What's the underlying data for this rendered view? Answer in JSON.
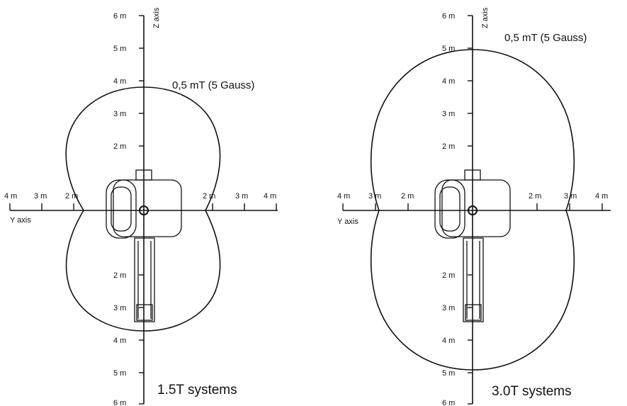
{
  "panels": [
    {
      "id": "left",
      "system_label": "1.5T systems",
      "contour_label": "0,5 mT (5 Gauss)",
      "z_axis_label": "Z axis",
      "y_axis_label": "Y axis",
      "z_ticks_upper": [
        "6 m",
        "5 m",
        "4 m",
        "3 m",
        "2 m"
      ],
      "z_ticks_lower": [
        "2 m",
        "3 m",
        "4 m",
        "5 m",
        "6 m"
      ],
      "y_ticks_left": [
        "4 m",
        "3 m",
        "2 m"
      ],
      "y_ticks_right": [
        "2 m",
        "3 m",
        "4 m"
      ],
      "contour_extent_m": {
        "z_top": 3.8,
        "z_bottom": 3.7,
        "y_half_width": 2.3
      }
    },
    {
      "id": "right",
      "system_label": "3.0T systems",
      "contour_label": "0,5 mT (5 Gauss)",
      "z_axis_label": "Z axis",
      "y_axis_label": "Y axis",
      "z_ticks_upper": [
        "6 m",
        "5 m",
        "4 m",
        "3 m",
        "2 m"
      ],
      "z_ticks_lower": [
        "2 m",
        "3 m",
        "4 m",
        "5 m",
        "6 m"
      ],
      "y_ticks_left": [
        "4 m",
        "3 m",
        "2 m"
      ],
      "y_ticks_right": [
        "2 m",
        "3 m",
        "4 m"
      ],
      "contour_extent_m": {
        "z_top": 4.9,
        "z_bottom": 4.9,
        "y_half_width": 3.0
      }
    }
  ]
}
